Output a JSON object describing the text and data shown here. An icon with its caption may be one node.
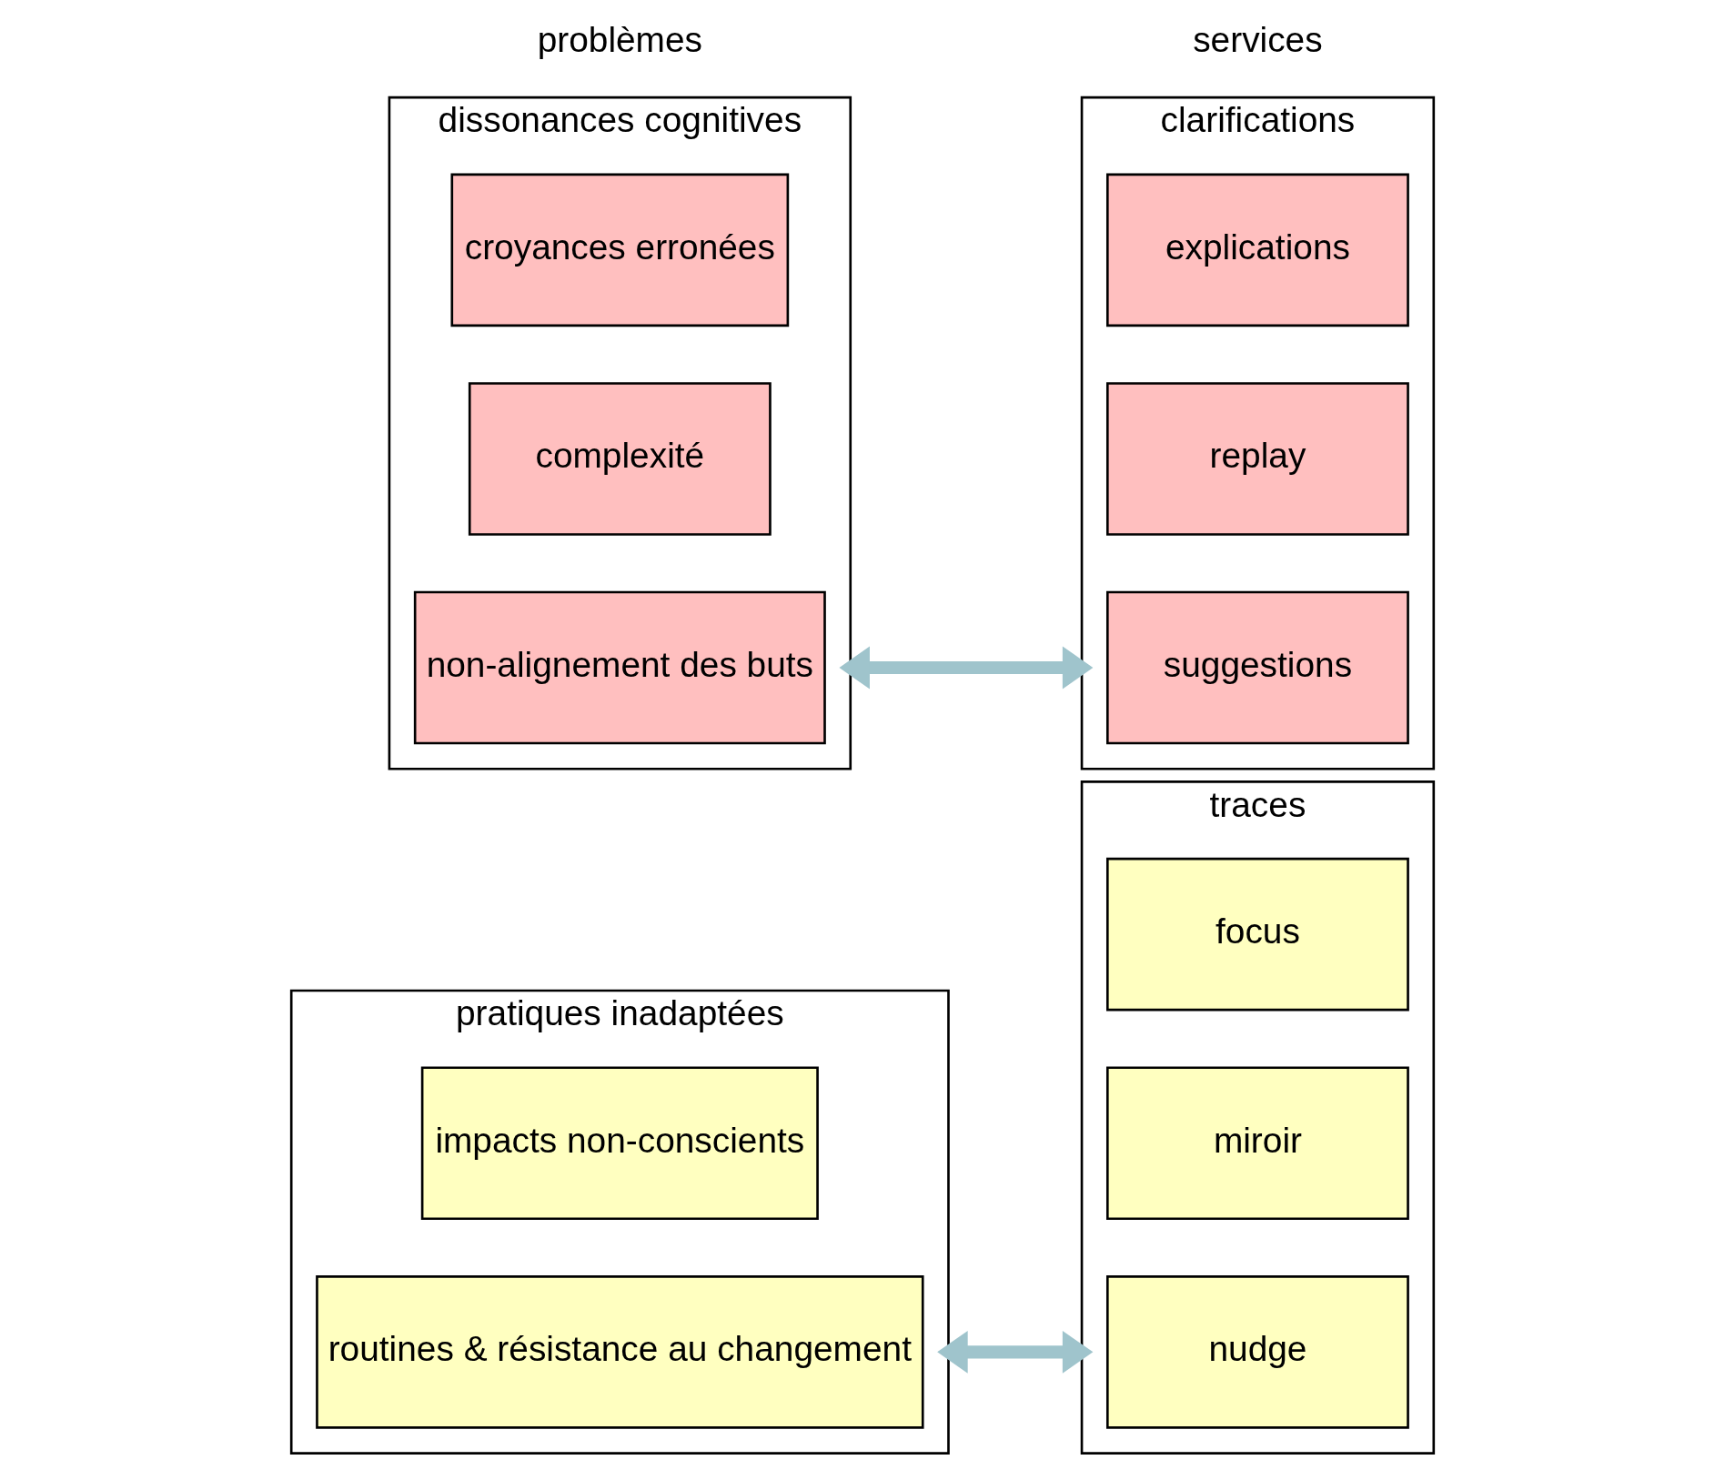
{
  "diagram": {
    "nodes": [
      {
        "text": [
          "pratiques inadaptées"
        ]
      },
      {
        "text": [
          "routines & résistance au changement"
        ],
        "in": 0
      },
      {
        "text": [
          "impacts non-conscients"
        ],
        "in": 0
      },
      {
        "text": [
          "dissonances cognitives"
        ]
      },
      {
        "text": [
          "non-alignement des buts"
        ],
        "in": 3
      },
      {
        "text": [
          "complexité"
        ],
        "in": 3
      },
      {
        "text": [
          "croyances erronées"
        ],
        "in": 3
      },
      {
        "text": [
          "traces"
        ]
      },
      {
        "text": [
          "nudge"
        ],
        "in": 7
      },
      {
        "text": [
          "miroir"
        ],
        "in": 7
      },
      {
        "text": [
          "focus"
        ],
        "in": 7
      },
      {
        "text": [
          "clarifications"
        ]
      },
      {
        "text": [
          "suggestions"
        ],
        "in": 11
      },
      {
        "text": [
          "replay"
        ],
        "in": 11
      },
      {
        "text": [
          "explications"
        ],
        "in": 11
      }
    ],
    "edges": [
      {
        "from": 0,
        "to": 7,
        "arrow": "both"
      },
      {
        "from": 3,
        "to": 11,
        "arrow": "both"
      }
    ],
    "labels": [
      "problèmes",
      "services"
    ]
  }
}
